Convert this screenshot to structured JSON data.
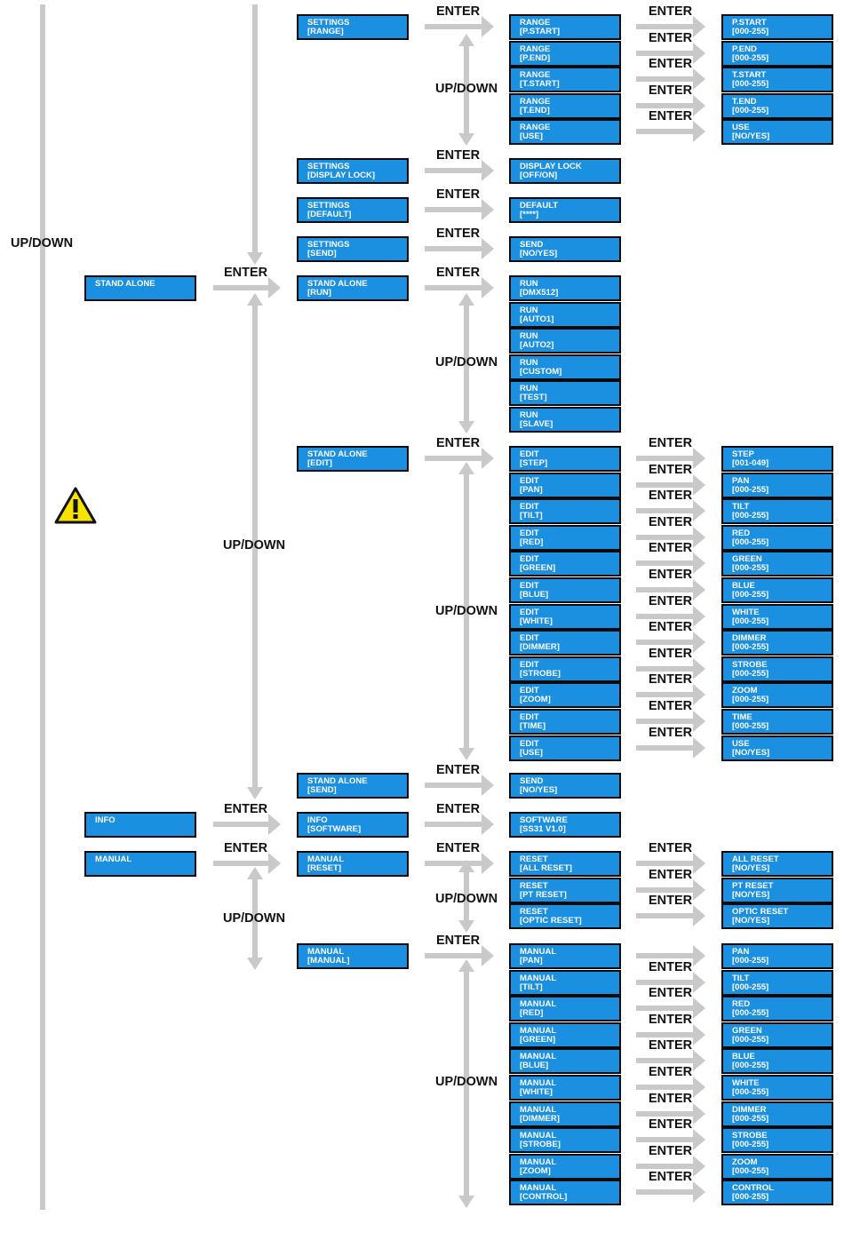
{
  "labels": {
    "enter": "ENTER",
    "updown": "UP/DOWN"
  },
  "icons": {
    "warning": "warning-triangle-icon"
  },
  "colors": {
    "box_fill": "#1b8fe0",
    "box_border": "#0a0a0a",
    "arrow": "#c9c9c9",
    "warning_fill": "#f5e400"
  },
  "main_menu": [
    [
      "STAND ALONE",
      ""
    ],
    [
      "INFO",
      ""
    ],
    [
      "MANUAL",
      ""
    ]
  ],
  "settings_menu": [
    [
      "SETTINGS",
      "[RANGE]"
    ],
    [
      "SETTINGS",
      "[DISPLAY LOCK]"
    ],
    [
      "SETTINGS",
      "[DEFAULT]"
    ],
    [
      "SETTINGS",
      "[SEND]"
    ]
  ],
  "standalone_menu": [
    [
      "STAND ALONE",
      "[RUN]"
    ],
    [
      "STAND ALONE",
      "[EDIT]"
    ],
    [
      "STAND ALONE",
      "[SEND]"
    ]
  ],
  "info_menu": [
    [
      "INFO",
      "[SOFTWARE]"
    ]
  ],
  "manual_menu": [
    [
      "MANUAL",
      "[RESET]"
    ],
    [
      "MANUAL",
      "[MANUAL]"
    ]
  ],
  "range_items": [
    [
      "RANGE",
      "[P.START]"
    ],
    [
      "RANGE",
      "[P.END]"
    ],
    [
      "RANGE",
      "[T.START]"
    ],
    [
      "RANGE",
      "[T.END]"
    ],
    [
      "RANGE",
      "[USE]"
    ]
  ],
  "range_values": [
    [
      "P.START",
      "[000-255]"
    ],
    [
      "P.END",
      "[000-255]"
    ],
    [
      "T.START",
      "[000-255]"
    ],
    [
      "T.END",
      "[000-255]"
    ],
    [
      "USE",
      "[NO/YES]"
    ]
  ],
  "display_lock": [
    [
      "DISPLAY LOCK",
      "[OFF/ON]"
    ]
  ],
  "default": [
    [
      "DEFAULT",
      "[****]"
    ]
  ],
  "settings_send": [
    [
      "SEND",
      "[NO/YES]"
    ]
  ],
  "run_items": [
    [
      "RUN",
      "[DMX512]"
    ],
    [
      "RUN",
      "[AUTO1]"
    ],
    [
      "RUN",
      "[AUTO2]"
    ],
    [
      "RUN",
      "[CUSTOM]"
    ],
    [
      "RUN",
      "[TEST]"
    ],
    [
      "RUN",
      "[SLAVE]"
    ]
  ],
  "edit_items": [
    [
      "EDIT",
      "[STEP]"
    ],
    [
      "EDIT",
      "[PAN]"
    ],
    [
      "EDIT",
      "[TILT]"
    ],
    [
      "EDIT",
      "[RED]"
    ],
    [
      "EDIT",
      "[GREEN]"
    ],
    [
      "EDIT",
      "[BLUE]"
    ],
    [
      "EDIT",
      "[WHITE]"
    ],
    [
      "EDIT",
      "[DIMMER]"
    ],
    [
      "EDIT",
      "[STROBE]"
    ],
    [
      "EDIT",
      "[ZOOM]"
    ],
    [
      "EDIT",
      "[TIME]"
    ],
    [
      "EDIT",
      "[USE]"
    ]
  ],
  "edit_values": [
    [
      "STEP",
      "[001-049]"
    ],
    [
      "PAN",
      "[000-255]"
    ],
    [
      "TILT",
      "[000-255]"
    ],
    [
      "RED",
      "[000-255]"
    ],
    [
      "GREEN",
      "[000-255]"
    ],
    [
      "BLUE",
      "[000-255]"
    ],
    [
      "WHITE",
      "[000-255]"
    ],
    [
      "DIMMER",
      "[000-255]"
    ],
    [
      "STROBE",
      "[000-255]"
    ],
    [
      "ZOOM",
      "[000-255]"
    ],
    [
      "TIME",
      "[000-255]"
    ],
    [
      "USE",
      "[NO/YES]"
    ]
  ],
  "standalone_send": [
    [
      "SEND",
      "[NO/YES]"
    ]
  ],
  "software": [
    [
      "SOFTWARE",
      "[SS31 V1.0]"
    ]
  ],
  "reset_items": [
    [
      "RESET",
      "[ALL RESET]"
    ],
    [
      "RESET",
      "[PT RESET]"
    ],
    [
      "RESET",
      "[OPTIC RESET]"
    ]
  ],
  "reset_values": [
    [
      "ALL RESET",
      "[NO/YES]"
    ],
    [
      "PT RESET",
      "[NO/YES]"
    ],
    [
      "OPTIC RESET",
      "[NO/YES]"
    ]
  ],
  "manual_items": [
    [
      "MANUAL",
      "[PAN]"
    ],
    [
      "MANUAL",
      "[TILT]"
    ],
    [
      "MANUAL",
      "[RED]"
    ],
    [
      "MANUAL",
      "[GREEN]"
    ],
    [
      "MANUAL",
      "[BLUE]"
    ],
    [
      "MANUAL",
      "[WHITE]"
    ],
    [
      "MANUAL",
      "[DIMMER]"
    ],
    [
      "MANUAL",
      "[STROBE]"
    ],
    [
      "MANUAL",
      "[ZOOM]"
    ],
    [
      "MANUAL",
      "[CONTROL]"
    ]
  ],
  "manual_values": [
    [
      "PAN",
      "[000-255]"
    ],
    [
      "TILT",
      "[000-255]"
    ],
    [
      "RED",
      "[000-255]"
    ],
    [
      "GREEN",
      "[000-255]"
    ],
    [
      "BLUE",
      "[000-255]"
    ],
    [
      "WHITE",
      "[000-255]"
    ],
    [
      "DIMMER",
      "[000-255]"
    ],
    [
      "STROBE",
      "[000-255]"
    ],
    [
      "ZOOM",
      "[000-255]"
    ],
    [
      "CONTROL",
      "[000-255]"
    ]
  ]
}
